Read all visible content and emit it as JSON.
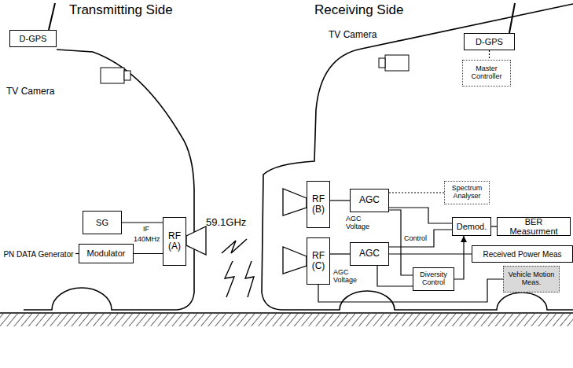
{
  "diagram": {
    "nodes": [
      {
        "text": [
          "D-GPS"
        ]
      },
      {
        "text": [
          "SG"
        ]
      },
      {
        "text": [
          "PN DATA Generator"
        ]
      },
      {
        "text": [
          "Modulator"
        ]
      },
      {
        "text": [
          "RF (A)"
        ]
      },
      {
        "text": [
          "D-GPS"
        ]
      },
      {
        "text": [
          "Master Controller"
        ]
      },
      {
        "text": [
          "RF (B)"
        ]
      },
      {
        "text": [
          "RF (C)"
        ]
      },
      {
        "text": [
          "AGC"
        ]
      },
      {
        "text": [
          "Spectrum Analyser"
        ]
      },
      {
        "text": [
          "Demod."
        ]
      },
      {
        "text": [
          "BER Measurment"
        ]
      },
      {
        "text": [
          "AGC"
        ]
      },
      {
        "text": [
          "Received Power Meas"
        ]
      },
      {
        "text": [
          "Diversity Control"
        ]
      },
      {
        "text": [
          "Vehicle Motion Meas."
        ]
      }
    ],
    "edges": [
      {
        "from": 2,
        "to": 3,
        "arrow": "none"
      },
      {
        "from": 3,
        "to": 4,
        "arrow": "none"
      },
      {
        "from": 1,
        "to": 4,
        "arrow": "none"
      },
      {
        "from": 5,
        "to": 6,
        "arrow": "none"
      },
      {
        "from": 7,
        "to": 9,
        "arrow": "none"
      },
      {
        "from": 8,
        "to": 13,
        "arrow": "none"
      },
      {
        "from": 9,
        "to": 10,
        "arrow": "none"
      },
      {
        "from": 9,
        "to": 11,
        "arrow": "none"
      },
      {
        "from": 13,
        "to": 11,
        "arrow": "none"
      },
      {
        "from": 11,
        "to": 12,
        "arrow": "none"
      },
      {
        "from": 13,
        "to": 14,
        "arrow": "none"
      },
      {
        "from": 9,
        "to": 15,
        "arrow": "none"
      },
      {
        "from": 13,
        "to": 15,
        "arrow": "none"
      },
      {
        "from": 15,
        "to": 11,
        "arrow": "to"
      },
      {
        "from": 8,
        "to": 16,
        "arrow": "none"
      }
    ],
    "labels": [
      "Transmitting Side",
      "Receiving Side",
      "TV Camera",
      "IF",
      "140MHz",
      "59.1GHz",
      "TV Camera",
      "AGC Voltage",
      "Control",
      "AGC Voltage"
    ]
  }
}
